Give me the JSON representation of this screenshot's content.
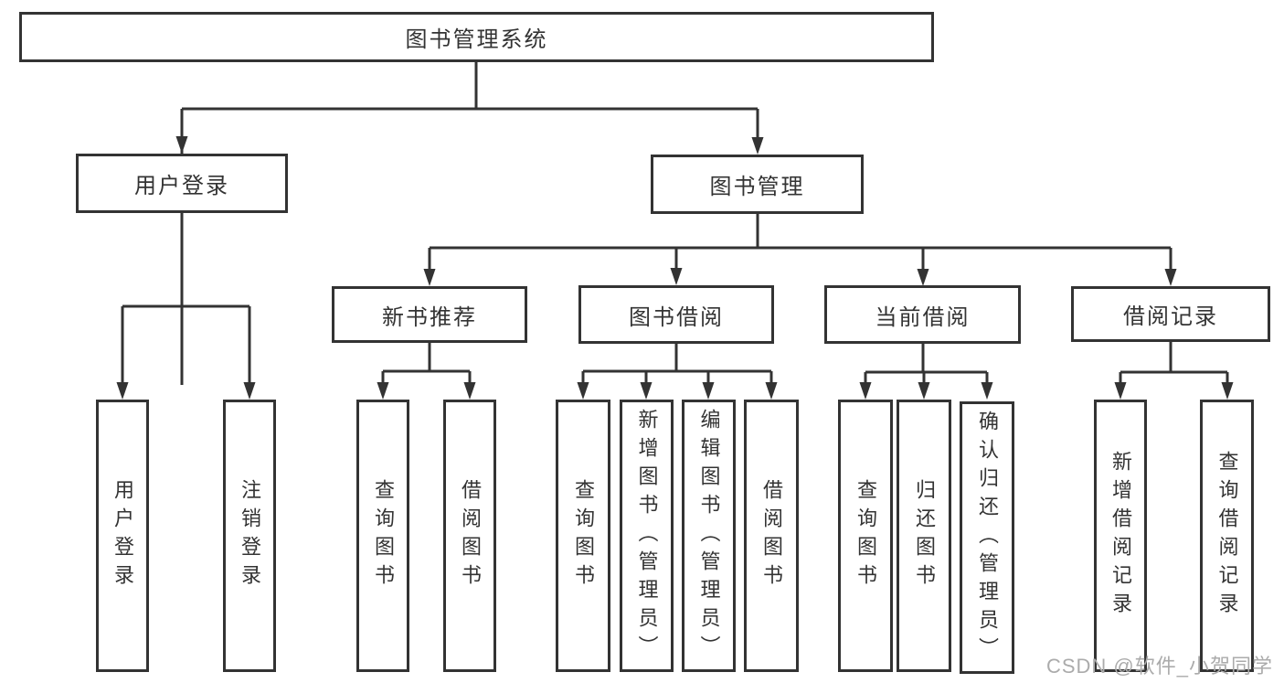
{
  "diagram": {
    "root": {
      "label": "图书管理系统"
    },
    "level2": [
      {
        "label": "用户登录",
        "children": [
          "用户登录",
          "注销登录"
        ]
      },
      {
        "label": "图书管理"
      }
    ],
    "level3": [
      {
        "label": "新书推荐",
        "children": [
          "查询图书",
          "借阅图书"
        ]
      },
      {
        "label": "图书借阅",
        "children": [
          "查询图书",
          "新增图书（管理员）",
          "编辑图书（管理员）",
          "借阅图书"
        ]
      },
      {
        "label": "当前借阅",
        "children": [
          "查询图书",
          "归还图书",
          "确认归还（管理员）"
        ]
      },
      {
        "label": "借阅记录",
        "children": [
          "新增借阅记录",
          "查询借阅记录"
        ]
      }
    ],
    "colors": {
      "line": "#333333",
      "text": "#333333",
      "watermark": "#ababab",
      "background": "#ffffff"
    },
    "watermark": "CSDN @软件_小贺同学"
  }
}
